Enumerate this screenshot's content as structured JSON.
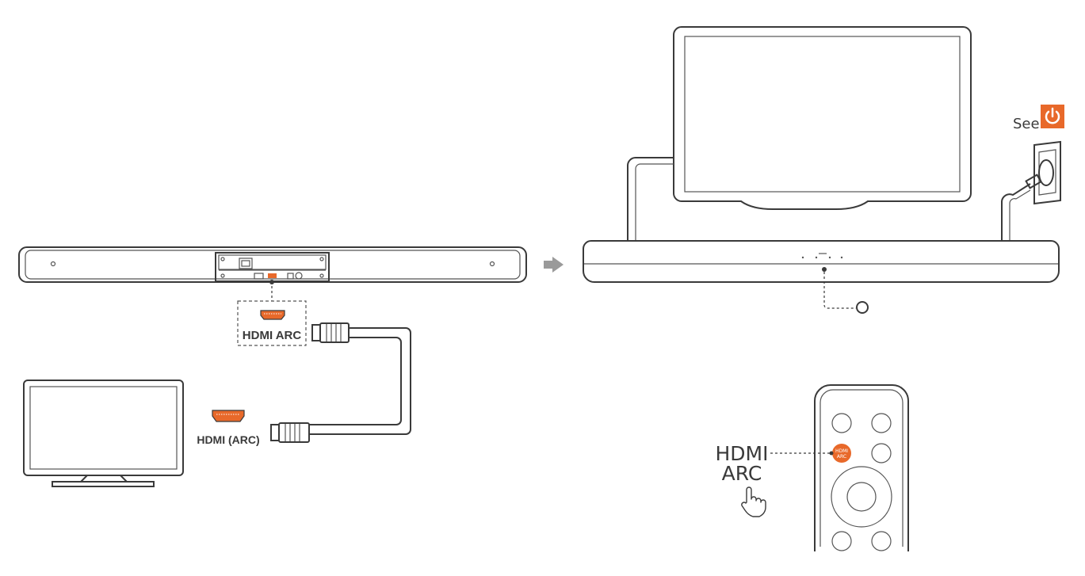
{
  "colors": {
    "accent": "#e8692a",
    "line": "#3a3a3a",
    "arrow": "#9a9a9a"
  },
  "labels": {
    "soundbar_port": "HDMI ARC",
    "tv_port": "HDMI (ARC)",
    "see": "See",
    "remote_callout_line1": "HDMI",
    "remote_callout_line2": "ARC",
    "remote_button_line1": "HDMI",
    "remote_button_line2": "ARC"
  },
  "icons": {
    "power": "power-icon",
    "hand": "pointing-hand-icon",
    "arrow": "right-arrow-icon",
    "hdmi": "hdmi-port-icon"
  }
}
